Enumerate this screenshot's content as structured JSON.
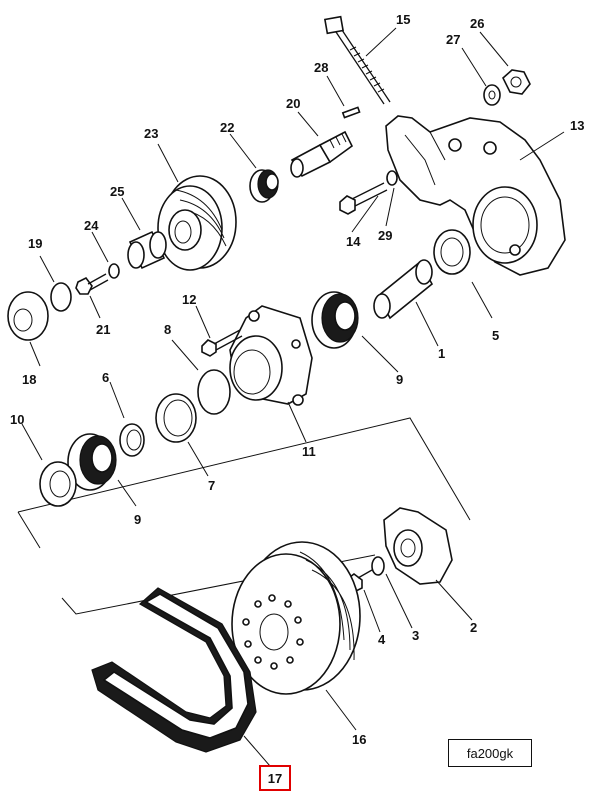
{
  "figure_code": "fa200gk",
  "highlighted_callout": "17",
  "callouts": {
    "c1": "1",
    "c2": "2",
    "c3": "3",
    "c4": "4",
    "c5": "5",
    "c6": "6",
    "c7": "7",
    "c8": "8",
    "c9a": "9",
    "c9b": "9",
    "c10": "10",
    "c11": "11",
    "c12": "12",
    "c13": "13",
    "c14": "14",
    "c15": "15",
    "c16": "16",
    "c18": "18",
    "c19": "19",
    "c20": "20",
    "c21": "21",
    "c22": "22",
    "c23": "23",
    "c24": "24",
    "c25": "25",
    "c26": "26",
    "c27": "27",
    "c28": "28",
    "c29": "29"
  },
  "colors": {
    "highlight": "#e00000",
    "ink": "#111111"
  }
}
